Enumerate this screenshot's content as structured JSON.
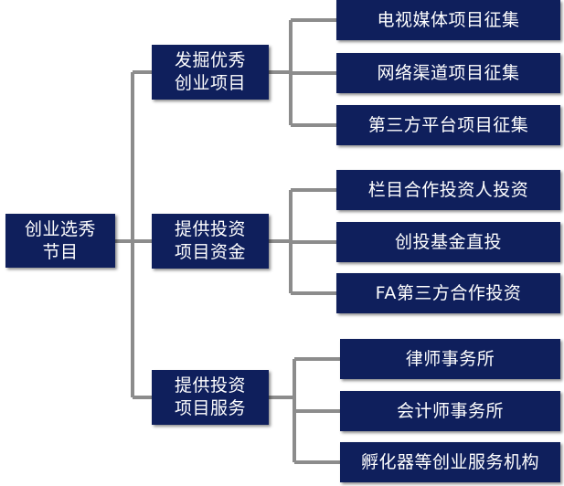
{
  "root": {
    "label": "创业选秀\n节目"
  },
  "branches": [
    {
      "label": "发掘优秀\n创业项目",
      "children": [
        "电视媒体项目征集",
        "网络渠道项目征集",
        "第三方平台项目征集"
      ]
    },
    {
      "label": "提供投资\n项目资金",
      "children": [
        "栏目合作投资人投资",
        "创投基金直投",
        "FA第三方合作投资"
      ]
    },
    {
      "label": "提供投资\n项目服务",
      "children": [
        "律师事务所",
        "会计师事务所",
        "孵化器等创业服务机构"
      ]
    }
  ],
  "colors": {
    "box_fill": "#0f1f5c",
    "box_text": "#ffffff",
    "connector": "#8c8c8c"
  }
}
